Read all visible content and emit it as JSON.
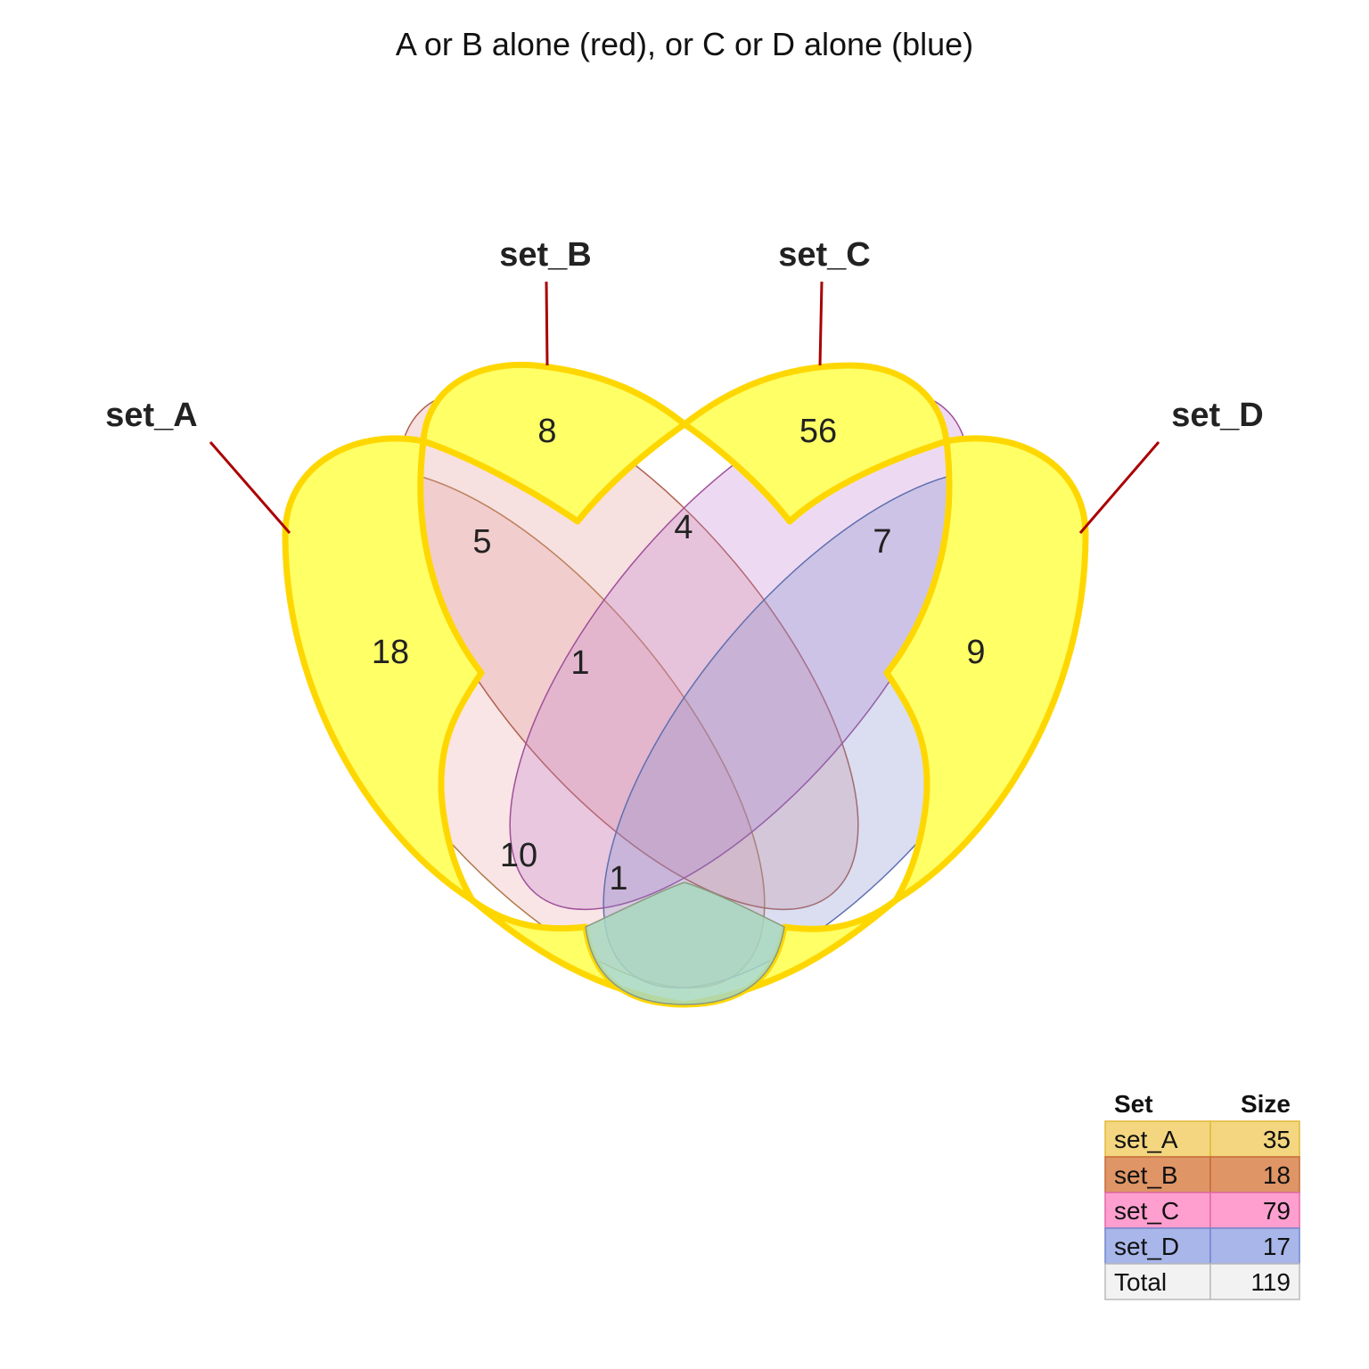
{
  "title": "A or B alone (red), or C or D alone (blue)",
  "sets": [
    {
      "name": "set_A",
      "color": "#f3d67f",
      "border": "#e3b83a"
    },
    {
      "name": "set_B",
      "color": "#df9565",
      "border": "#c56c3a"
    },
    {
      "name": "set_C",
      "color": "#ff9fcf",
      "border": "#e06aa7"
    },
    {
      "name": "set_D",
      "color": "#a8b6ea",
      "border": "#7486cc"
    }
  ],
  "region_counts": {
    "A_only": "18",
    "B_only": "8",
    "C_only": "56",
    "D_only": "9",
    "A_B": "5",
    "B_C": "4",
    "C_D": "7",
    "A_B_C": "1",
    "A_B_D": "10",
    "A_C_D": "1"
  },
  "highlight": {
    "outline": "#ffd700",
    "fill": "#ffff66",
    "leader_line": "#aa0000"
  },
  "size_table": {
    "header_set": "Set",
    "header_size": "Size",
    "rows": [
      {
        "label": "set_A",
        "value": "35",
        "color": "#f3d67f"
      },
      {
        "label": "set_B",
        "value": "18",
        "color": "#df9565"
      },
      {
        "label": "set_C",
        "value": "79",
        "color": "#ff9fcf"
      },
      {
        "label": "set_D",
        "value": "17",
        "color": "#a8b6ea"
      },
      {
        "label": "Total",
        "value": "119",
        "color": "#f2f2f2"
      }
    ]
  }
}
